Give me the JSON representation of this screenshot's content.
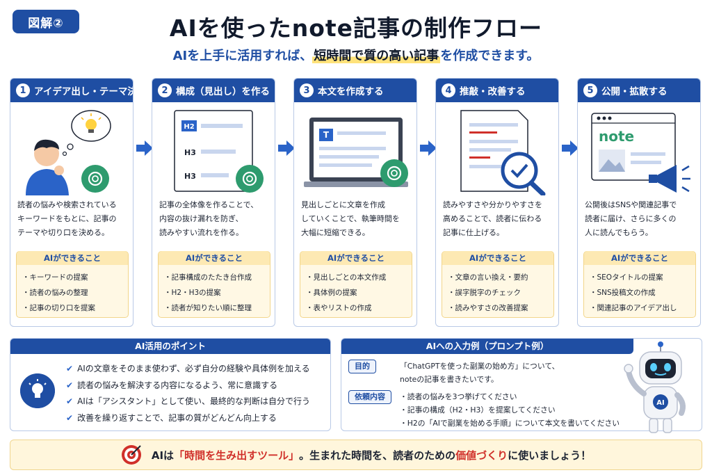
{
  "badge": "図解②",
  "title": "AIを使ったnote記事の制作フロー",
  "subtitle": {
    "pre": "AIを上手に活用すれば、",
    "highlight": "短時間で質の高い記事",
    "post": "を作成できます。"
  },
  "steps": [
    {
      "num": "1",
      "title": "アイデア出し・テーマ決め",
      "desc": [
        "読者の悩みや検索されている",
        "キーワードをもとに、記事の",
        "テーマや切り口を決める。"
      ],
      "can_title": "AIができること",
      "can": [
        "キーワードの提案",
        "読者の悩みの整理",
        "記事の切り口を提案"
      ]
    },
    {
      "num": "2",
      "title": "構成（見出し）を作る",
      "desc": [
        "記事の全体像を作ることで、",
        "内容の抜け漏れを防ぎ、",
        "読みやすい流れを作る。"
      ],
      "can_title": "AIができること",
      "can": [
        "記事構成のたたき台作成",
        "H2・H3の提案",
        "読者が知りたい順に整理"
      ],
      "h_labels": [
        "H2",
        "H3",
        "H3"
      ]
    },
    {
      "num": "3",
      "title": "本文を作成する",
      "desc": [
        "見出しごとに文章を作成",
        "していくことで、執筆時間を",
        "大幅に短縮できる。"
      ],
      "can_title": "AIができること",
      "can": [
        "見出しごとの本文作成",
        "具体例の提案",
        "表やリストの作成"
      ],
      "doc_icon": "T"
    },
    {
      "num": "4",
      "title": "推敲・改善する",
      "desc": [
        "読みやすさや分かりやすさを",
        "高めることで、読者に伝わる",
        "記事に仕上げる。"
      ],
      "can_title": "AIができること",
      "can": [
        "文章の言い換え・要約",
        "誤字脱字のチェック",
        "読みやすさの改善提案"
      ]
    },
    {
      "num": "5",
      "title": "公開・拡散する",
      "desc": [
        "公開後はSNSや関連記事で",
        "読者に届け、さらに多くの",
        "人に読んでもらう。"
      ],
      "can_title": "AIができること",
      "can": [
        "SEOタイトルの提案",
        "SNS投稿文の作成",
        "関連記事のアイデア出し"
      ],
      "brand": "note"
    }
  ],
  "points": {
    "title": "AI活用のポイント",
    "items": [
      "AIの文章をそのまま使わず、必ず自分の経験や具体例を加える",
      "読者の悩みを解決する内容になるよう、常に意識する",
      "AIは「アシスタント」として使い、最終的な判断は自分で行う",
      "改善を繰り返すことで、記事の質がどんどん向上する"
    ]
  },
  "prompt": {
    "title": "AIへの入力例（プロンプト例）",
    "purpose_label": "目的",
    "purpose": [
      "「ChatGPTを使った副業の始め方」について、",
      "noteの記事を書きたいです。"
    ],
    "request_label": "依頼内容",
    "request": [
      "・読者の悩みを3つ挙げてください",
      "・記事の構成（H2・H3）を提案してください",
      "・H2の「AIで副業を始める手順」について本文を書いてください"
    ],
    "robot_badge": "AI"
  },
  "footer": {
    "a": "AIは",
    "b": "「時間を生み出すツール」",
    "c": "。生まれた時間を、読者のための",
    "d": "価値づくり",
    "e": "に使いましょう！"
  },
  "colors": {
    "primary": "#1f4ea3",
    "accent": "#2a63c8",
    "highlight": "#ffe27a",
    "red": "#d0302a",
    "cream": "#fff8e4",
    "openai_green": "#2e9b6e"
  }
}
